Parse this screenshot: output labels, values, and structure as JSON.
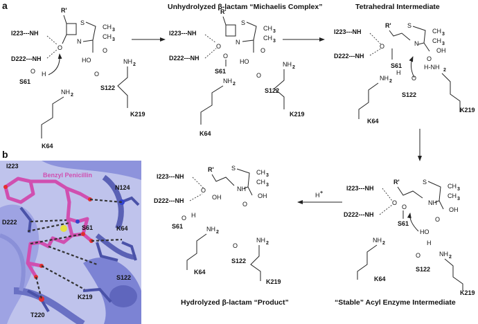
{
  "panels": {
    "a_letter": "a",
    "b_letter": "b"
  },
  "titles": {
    "michaelis": "Unhydrolyzed β-lactam “Michaelis Complex”",
    "tetrahedral": "Tetrahedral Intermediate",
    "product": "Hydrolyzed β-lactam “Product”",
    "acyl": "“Stable” Acyl Enzyme Intermediate"
  },
  "residues": {
    "i223": "I223---NH",
    "d222": "D222---NH",
    "s61": "S61",
    "s122": "S122",
    "k64": "K64",
    "k219": "K219"
  },
  "atoms": {
    "r_prime": "R'",
    "s": "S",
    "n": "N",
    "nh": "NH",
    "o": "O",
    "oh": "OH",
    "ho": "HO",
    "h": "H",
    "ch3": "CH",
    "ch3_sub": "3",
    "nh2": "NH",
    "nh2_sub": "2",
    "hnh2": "H-NH",
    "h_plus": "H",
    "plus": "+"
  },
  "structure_labels": {
    "ligand": "Benzyl Penicillin",
    "i223": "I223",
    "n124": "N124",
    "d222": "D222",
    "s61": "S61",
    "k64": "K64",
    "s122": "S122",
    "k219": "K219",
    "t220": "T220"
  },
  "colors": {
    "ligand": "#d04fb0",
    "protein": "#7f86d8",
    "protein_dark": "#4a52a8",
    "oxygen": "#e53030",
    "sulfur": "#e6e040",
    "nitrogen": "#3344cc"
  }
}
